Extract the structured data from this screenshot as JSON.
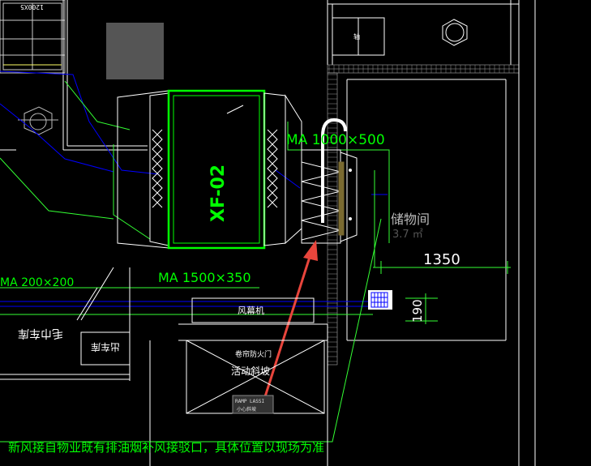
{
  "drawing": {
    "equipment_tag": "XF-02",
    "duct_ma_1000": "MA 1000×500",
    "duct_ma_1500": "MA 1500×350",
    "duct_ma_200": "MA 200×200",
    "room_name": "储物间",
    "room_area": "3.7 ㎡",
    "dim_1350": "1350",
    "dim_190": "190",
    "fan_label": "风幕机",
    "roller_door": "卷帘防火门",
    "movable_slope": "活动斜坡",
    "ramp_sign_line1": "RAMP LASSI",
    "ramp_sign_line2": "小心斜坡",
    "left_label_1": "毛巾车库",
    "left_label_2": "出车库",
    "top_left_code": "1200X5",
    "top_right_mark": "轴",
    "note": "新风接自物业既有排油烟补风接驳口，具体位置以现场为准"
  },
  "colors": {
    "background": "#000000",
    "wall": "#ffffff",
    "equipment": "#00ff00",
    "leader": "#33ff33",
    "duct": "#0000ff",
    "pointer_arrow": "#e8453c",
    "hatch": "#aaaaaa"
  }
}
